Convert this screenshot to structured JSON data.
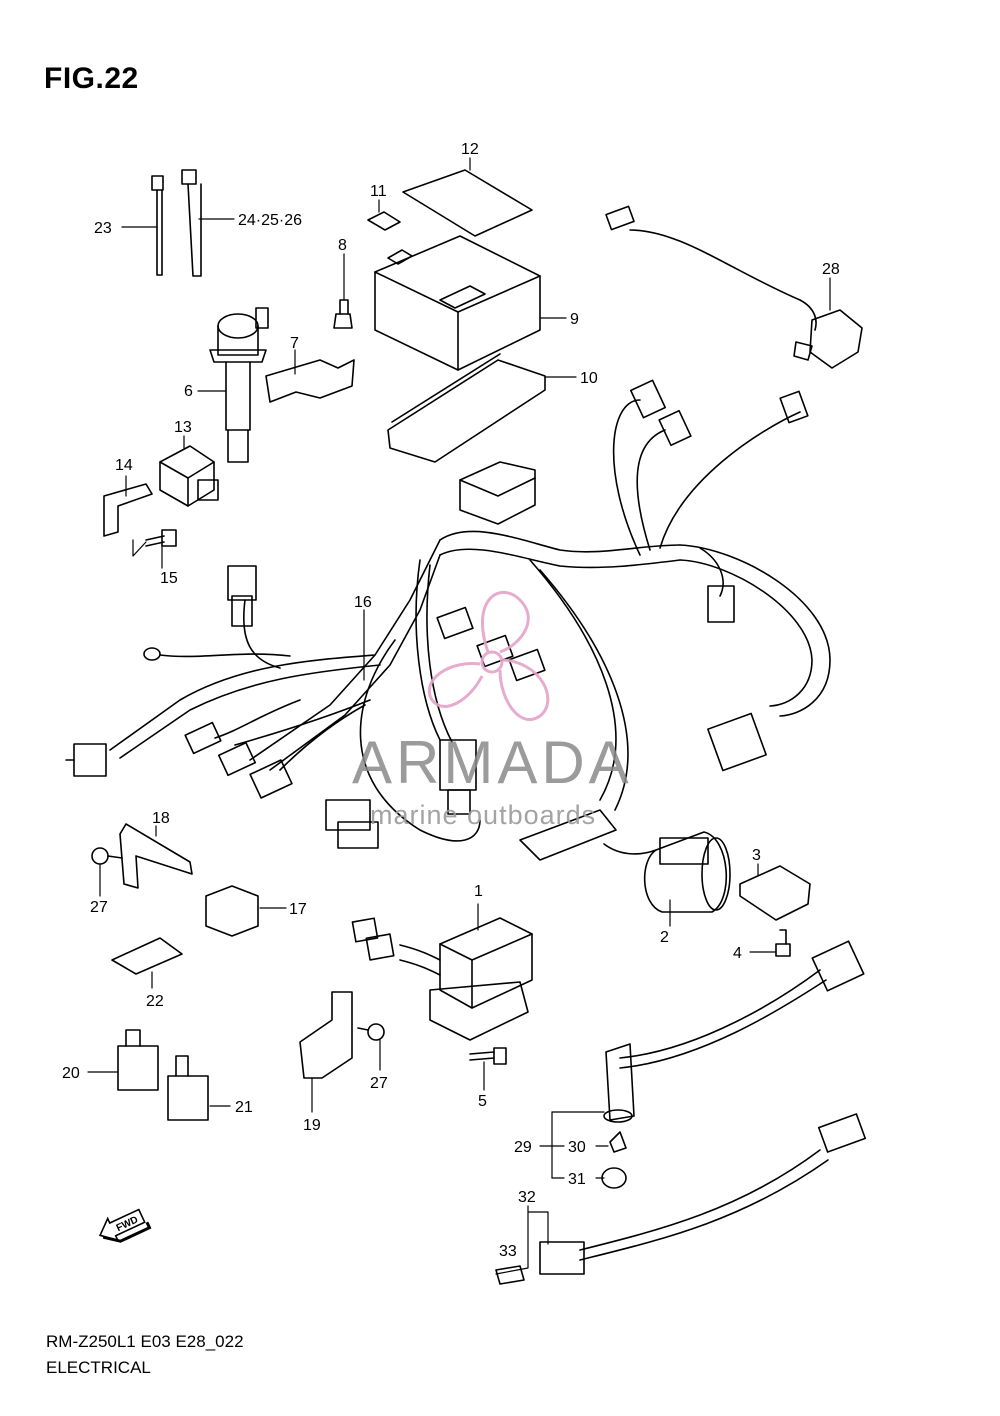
{
  "figure": {
    "title": "FIG.22",
    "model_code": "RM-Z250L1 E03 E28_022",
    "section": "ELECTRICAL"
  },
  "watermark": {
    "brand": "ARMADA",
    "subtitle": "marine outboards"
  },
  "fwd_badge": "FWD",
  "callouts": [
    "1",
    "2",
    "3",
    "4",
    "5",
    "6",
    "7",
    "8",
    "9",
    "10",
    "11",
    "12",
    "13",
    "14",
    "15",
    "16",
    "17",
    "18",
    "19",
    "20",
    "21",
    "22",
    "23",
    "24·25·26",
    "27",
    "27",
    "28",
    "29",
    "30",
    "31",
    "32",
    "33"
  ],
  "colors": {
    "line": "#000000",
    "watermark_logo": "#e4a3c8",
    "watermark_text": "#8a8a8a"
  }
}
